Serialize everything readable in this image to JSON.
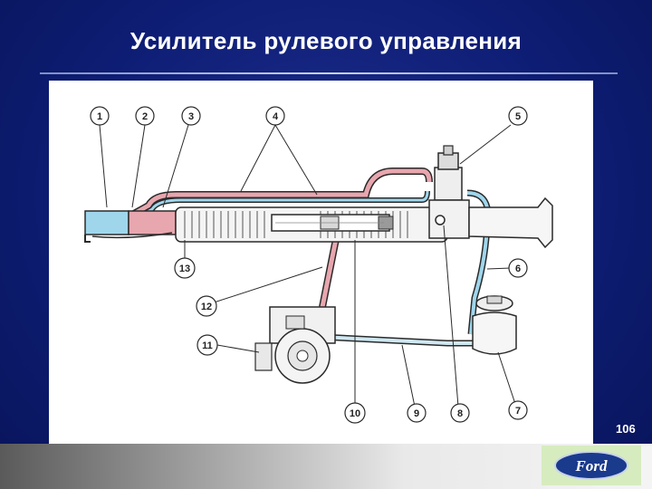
{
  "slide": {
    "title": "Усилитель рулевого управления",
    "page_number": "106"
  },
  "diagram": {
    "callouts": [
      "1",
      "2",
      "3",
      "4",
      "5",
      "6",
      "7",
      "8",
      "9",
      "10",
      "11",
      "12",
      "13"
    ],
    "colors": {
      "high_pressure": "#e8a6ae",
      "return_line": "#9fd6ec",
      "outline": "#2a2a2a"
    }
  },
  "logo": {
    "text": "Ford",
    "colors": {
      "oval": "#1a3a8c",
      "box": "#d6ecbf"
    }
  }
}
